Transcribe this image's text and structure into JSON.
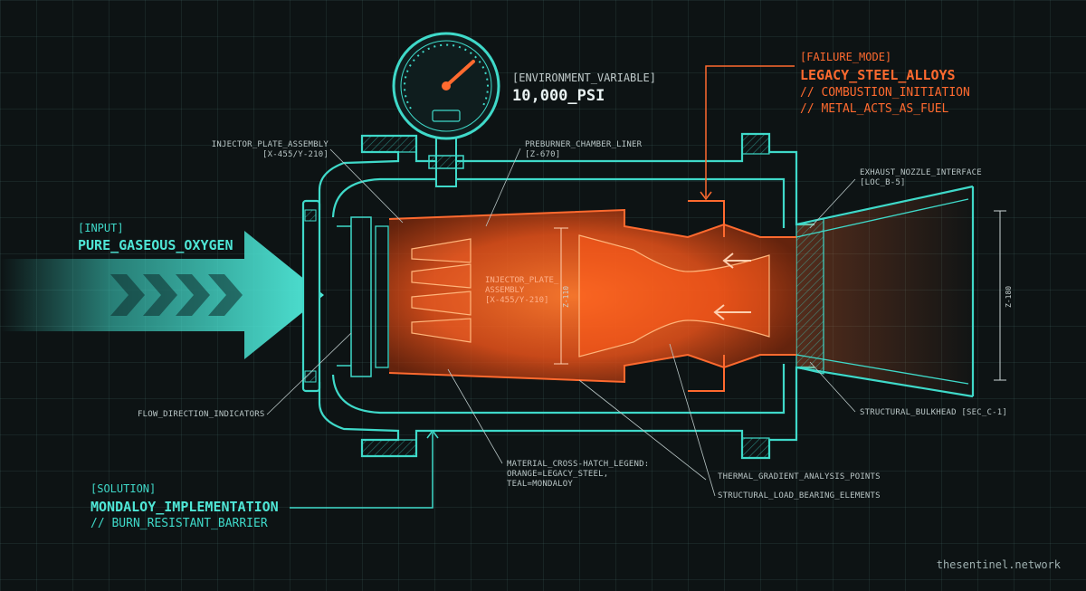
{
  "input": {
    "tag": "[INPUT]",
    "title": "PURE_GASEOUS_OXYGEN"
  },
  "environment": {
    "tag": "[ENVIRONMENT_VARIABLE]",
    "value": "10,000_PSI"
  },
  "failure": {
    "tag": "[FAILURE_MODE]",
    "title": "LEGACY_STEEL_ALLOYS",
    "line1": "// COMBUSTION_INITIATION",
    "line2": "// METAL_ACTS_AS_FUEL"
  },
  "solution": {
    "tag": "[SOLUTION]",
    "title": "MONDALOY_IMPLEMENTATION",
    "line1": "// BURN_RESISTANT_BARRIER"
  },
  "callouts": {
    "injector_plate": "INJECTOR_PLATE_ASSEMBLY",
    "injector_plate_coords": "[X-455/Y-210]",
    "preburner": "PREBURNER_CHAMBER_LINER",
    "preburner_code": "[Z-670]",
    "exhaust": "EXHAUST_NOZZLE_INTERFACE",
    "exhaust_code": "[LOC_B-5]",
    "flow": "FLOW_DIRECTION_INDICATORS",
    "material_1": "MATERIAL_CROSS-HATCH_LEGEND:",
    "material_2": "ORANGE=LEGACY_STEEL,",
    "material_3": "TEAL=MONDALOY",
    "thermal": "THERMAL_GRADIENT_ANALYSIS_POINTS",
    "structural_load": "STRUCTURAL_LOAD_BEARING_ELEMENTS",
    "bulkhead": "STRUCTURAL_BULKHEAD [SEC_C-1]",
    "inner_1": "INJECTOR_PLATE_",
    "inner_2": "ASSEMBLY",
    "inner_3": "[X-455/Y-210]",
    "dim_inner": "Z-110",
    "dim_outer": "Z-180"
  },
  "watermark": "thesentinel.network",
  "colors": {
    "teal": "#3fd9c9",
    "orange": "#ff6a2f",
    "background": "#0d1314"
  }
}
